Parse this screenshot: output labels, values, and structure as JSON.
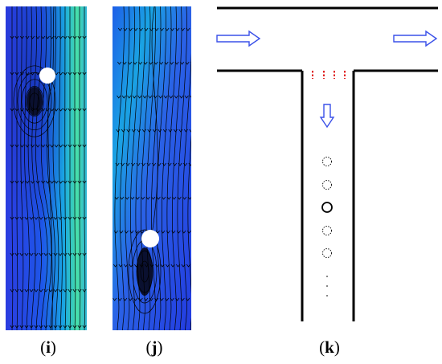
{
  "captions": {
    "i": "i",
    "j": "j",
    "k": "k"
  },
  "colors": {
    "field_dark": "#1f3de0",
    "field_mid": "#1a8fe6",
    "field_light": "#37d9c0",
    "field_bright": "#6fe88a",
    "vortex": "#0a1030",
    "streamline": "#000000",
    "particle": "#ffffff",
    "flow_arrow": "#3a50e8",
    "marker": "#e02020",
    "wall": "#000000"
  },
  "icons": {
    "flow_arrow": "hollow-right-arrow",
    "down_arrow": "hollow-down-arrow",
    "red_marks": "red-dash-markers",
    "circle_main": "solid-circle",
    "circle_ghost": "dotted-circle"
  }
}
